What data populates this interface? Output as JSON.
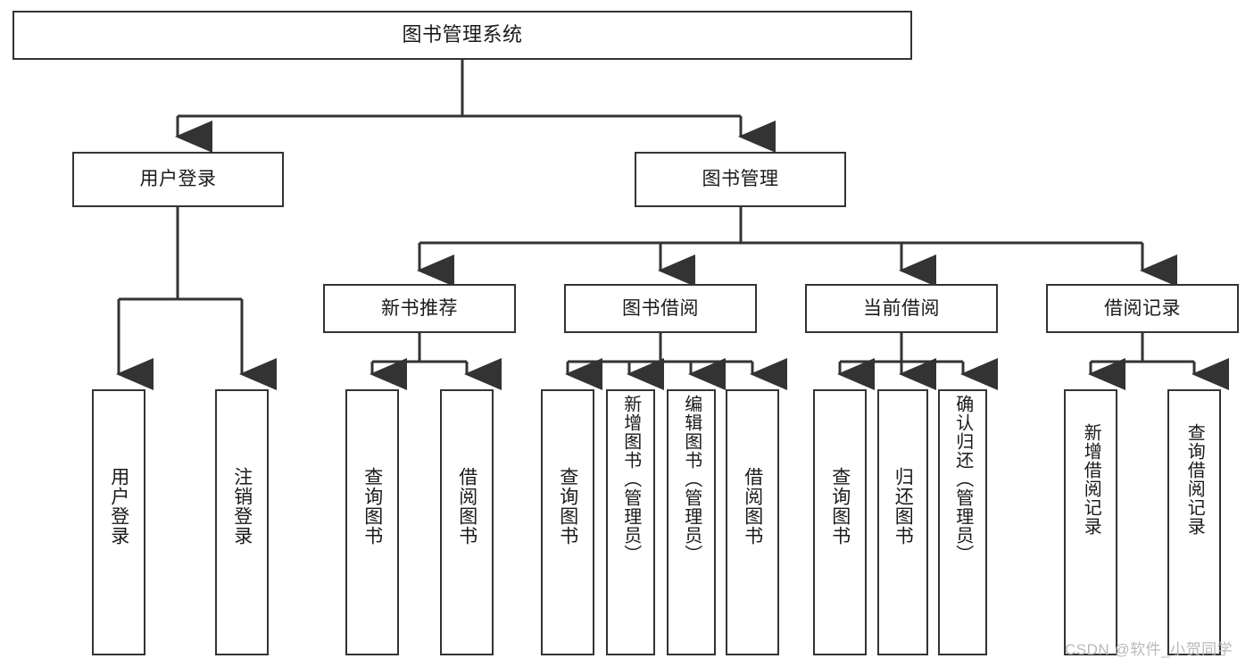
{
  "diagram": {
    "title": "图书管理系统",
    "type": "functional-structure-tree",
    "colors": {
      "box_border": "#333333",
      "box_fill": "#ffffff",
      "edge": "#333333",
      "text": "#1a1a1a",
      "watermark": "#b9b9b9",
      "background": "#ffffff"
    },
    "nodes": {
      "root": {
        "label": "图书管理系统"
      },
      "level2": [
        {
          "id": "user-login",
          "label": "用户登录"
        },
        {
          "id": "book-manage",
          "label": "图书管理"
        }
      ],
      "level3": [
        {
          "id": "new-book-recommend",
          "label": "新书推荐"
        },
        {
          "id": "book-borrow",
          "label": "图书借阅"
        },
        {
          "id": "current-borrow",
          "label": "当前借阅"
        },
        {
          "id": "borrow-record",
          "label": "借阅记录"
        }
      ],
      "leaves": {
        "user-login": [
          {
            "id": "leaf-user-login",
            "label": "用户登录"
          },
          {
            "id": "leaf-user-logout",
            "label": "注销登录"
          }
        ],
        "new-book-recommend": [
          {
            "id": "leaf-query-book-1",
            "label": "查询图书"
          },
          {
            "id": "leaf-borrow-book-1",
            "label": "借阅图书"
          }
        ],
        "book-borrow": [
          {
            "id": "leaf-query-book-2",
            "label": "查询图书"
          },
          {
            "id": "leaf-add-book",
            "label": "新增图书（管理员）"
          },
          {
            "id": "leaf-edit-book",
            "label": "编辑图书（管理员）"
          },
          {
            "id": "leaf-borrow-book-2",
            "label": "借阅图书"
          }
        ],
        "current-borrow": [
          {
            "id": "leaf-query-book-3",
            "label": "查询图书"
          },
          {
            "id": "leaf-return-book",
            "label": "归还图书"
          },
          {
            "id": "leaf-confirm-return",
            "label": "确认归还（管理员）"
          }
        ],
        "borrow-record": [
          {
            "id": "leaf-add-record",
            "label": "新增借阅记录"
          },
          {
            "id": "leaf-query-record",
            "label": "查询借阅记录"
          }
        ]
      }
    },
    "watermark": "CSDN @软件_小贺同学"
  }
}
